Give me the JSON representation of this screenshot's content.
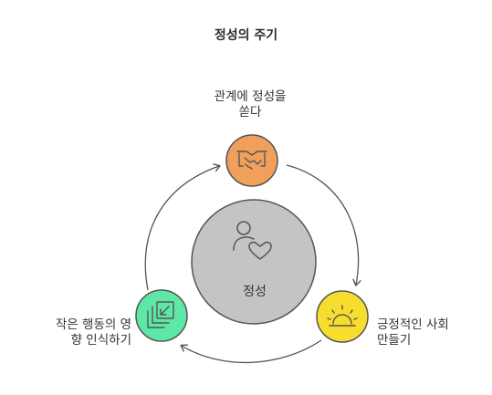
{
  "title": "정성의 주기",
  "center": {
    "label": "정성",
    "icon": "person-heart-icon"
  },
  "nodes": [
    {
      "id": "top",
      "label": "관계에 정성을\n쏟다",
      "icon": "handshake-icon",
      "color": "#f0a05a"
    },
    {
      "id": "right",
      "label": "긍정적인 사회\n만들기",
      "icon": "sunrise-icon",
      "color": "#f7dd2e"
    },
    {
      "id": "left",
      "label": "작은 행동의 영\n향 인식하기",
      "icon": "layers-arrow-icon",
      "color": "#5ee8a8"
    }
  ],
  "colors": {
    "center_fill": "#c4c4c4",
    "stroke": "#555555"
  }
}
